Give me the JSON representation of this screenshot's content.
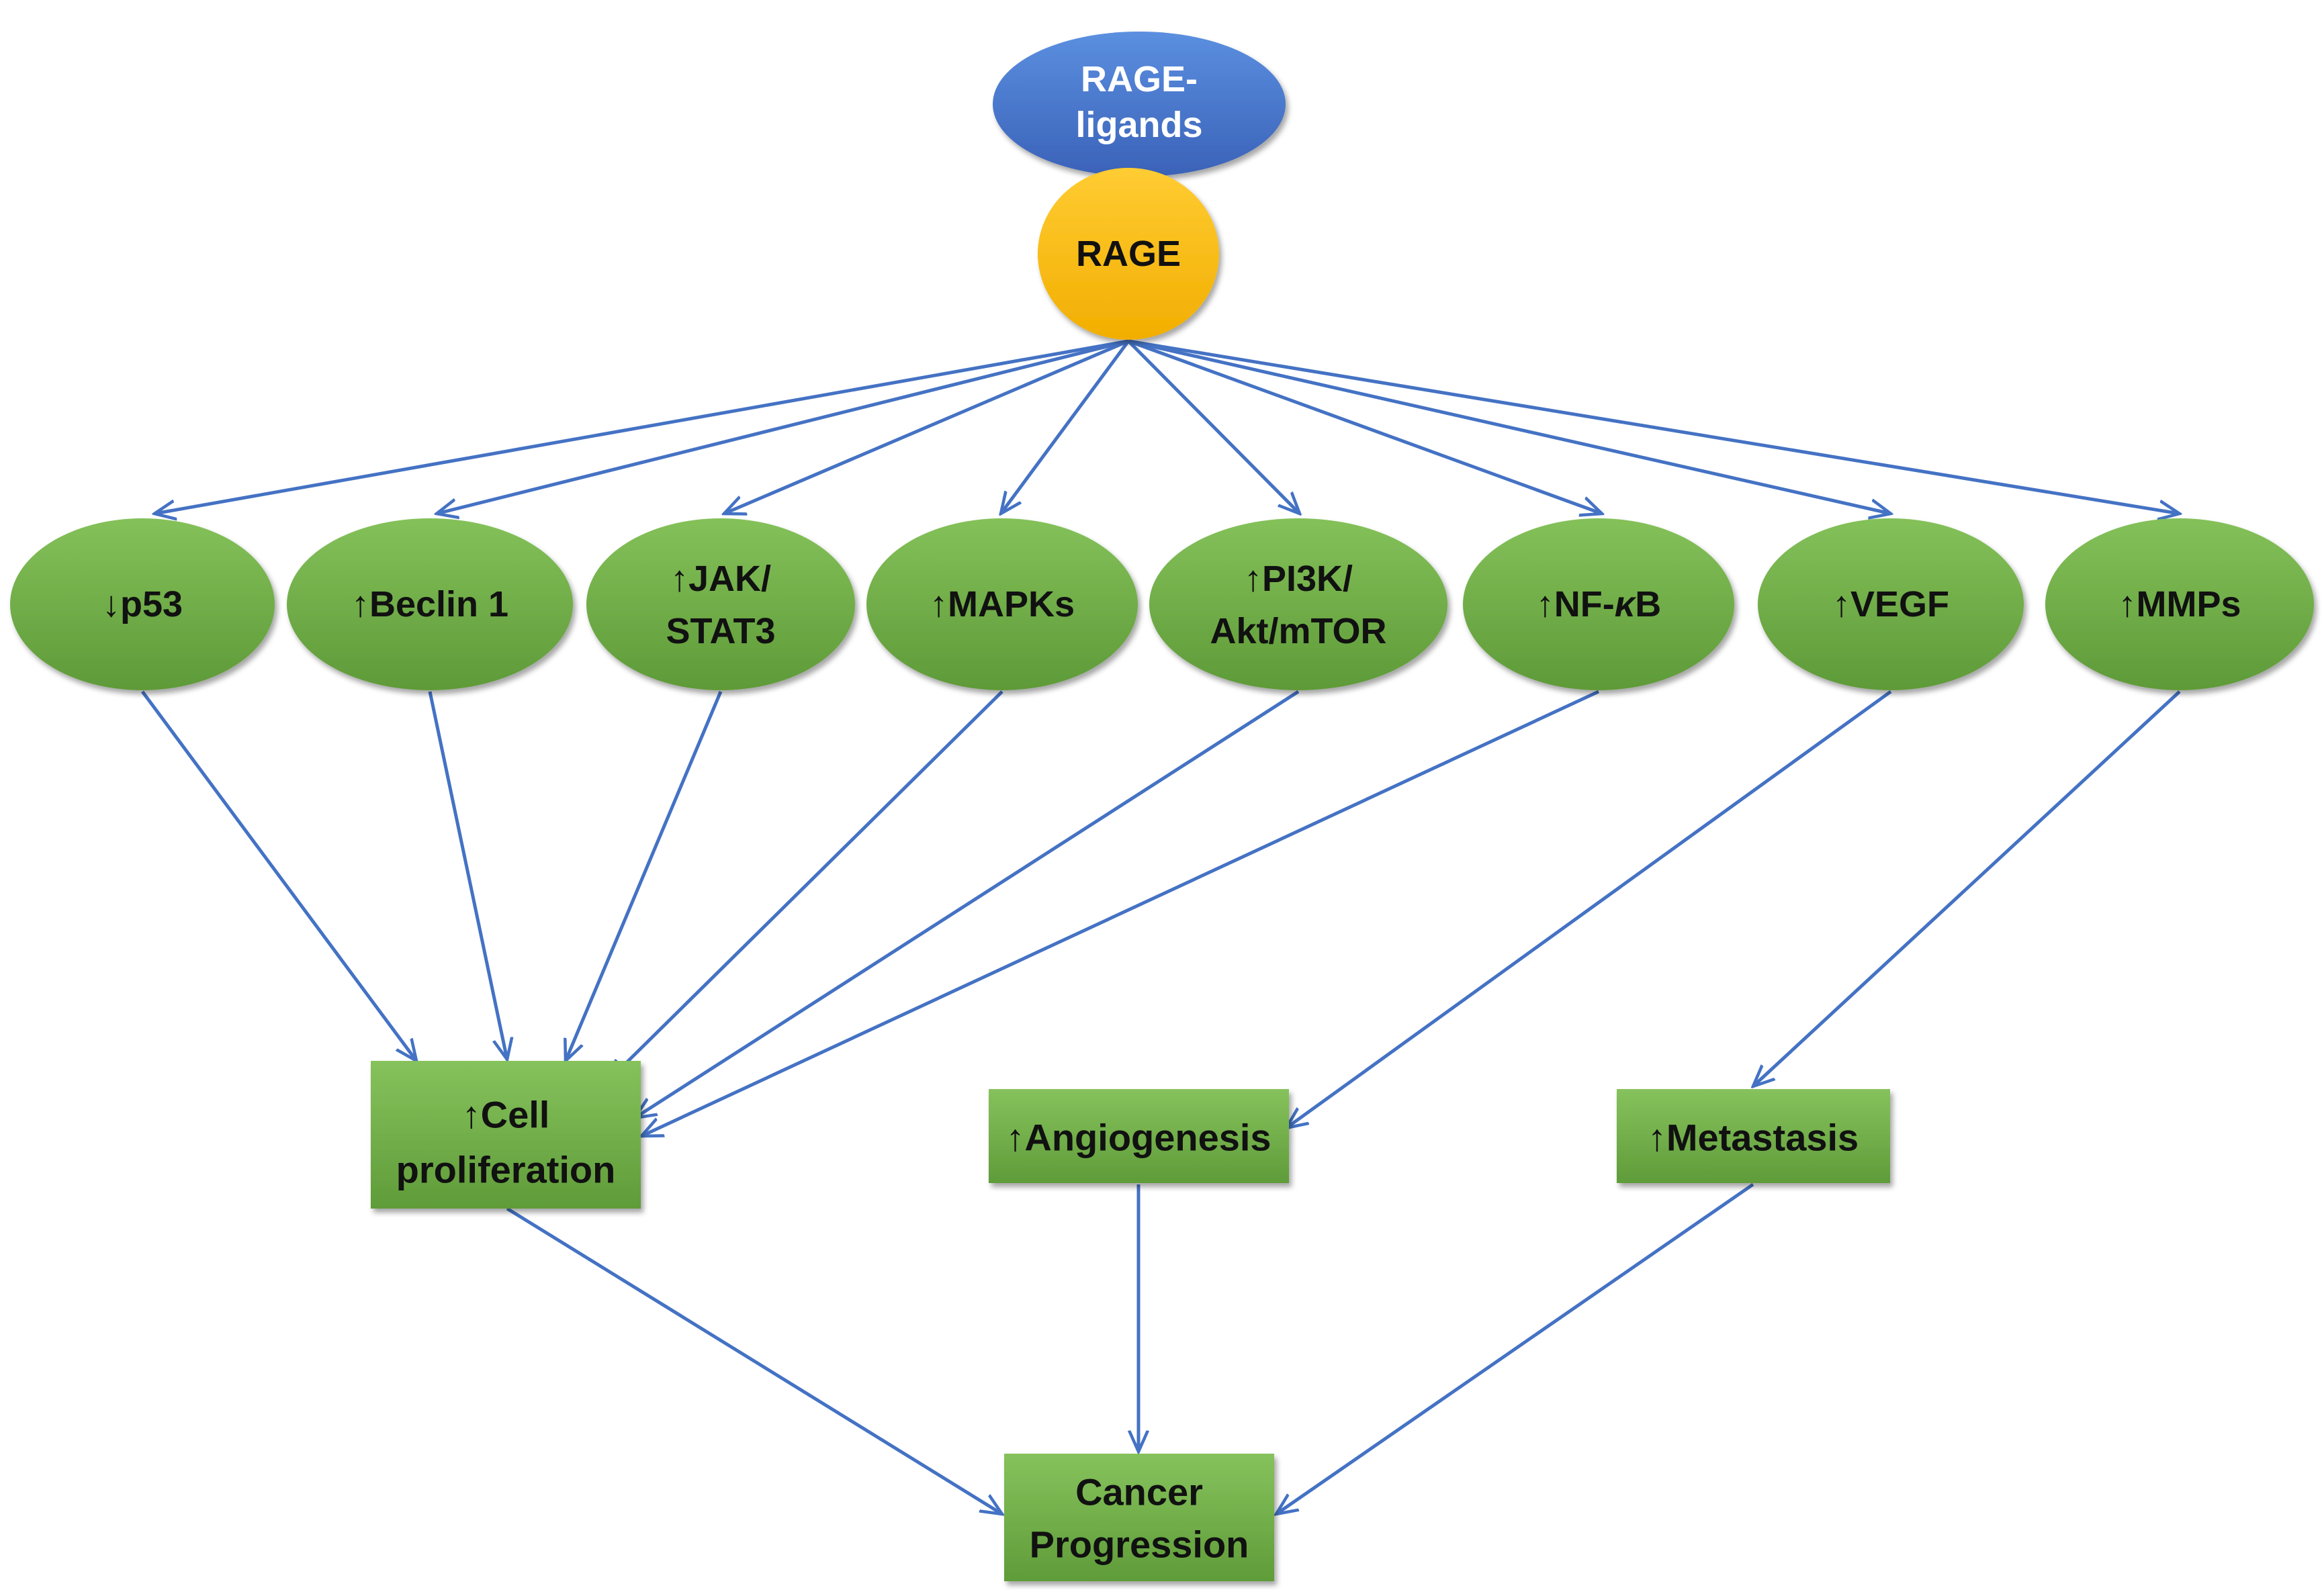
{
  "colors": {
    "edge": "#4472C4",
    "ligand_fill": "#4472C4",
    "receptor_fill": "#FFC000",
    "pathway_fill": "#70AD47",
    "outcome_fill": "#70AD47",
    "ligand_text": "#FFFFFF",
    "dark_text": "#111111"
  },
  "nodes": {
    "rage_ligands": {
      "line1": "RAGE-",
      "line2": "ligands"
    },
    "rage": {
      "label": "RAGE"
    },
    "p53": {
      "label": "↓p53"
    },
    "beclin1": {
      "label": "↑Beclin 1"
    },
    "jak_stat3": {
      "line1": "↑JAK/",
      "line2": "STAT3"
    },
    "mapks": {
      "label": "↑MAPKs"
    },
    "pi3k": {
      "line1": "↑PI3K/",
      "line2": "Akt/mTOR"
    },
    "nfkb": {
      "label_prefix": "↑NF-",
      "label_kappa": "κ",
      "label_suffix": "B"
    },
    "vegf": {
      "label": "↑VEGF"
    },
    "mmps": {
      "label": "↑MMPs"
    },
    "cell_proliferation": {
      "line1": "↑Cell",
      "line2": "proliferation"
    },
    "angiogenesis": {
      "label": "↑Angiogenesis"
    },
    "metastasis": {
      "label": "↑Metastasis"
    },
    "cancer_progression": {
      "line1": "Cancer",
      "line2": "Progression"
    }
  },
  "edges": [
    [
      "rage",
      "p53"
    ],
    [
      "rage",
      "beclin1"
    ],
    [
      "rage",
      "jak_stat3"
    ],
    [
      "rage",
      "mapks"
    ],
    [
      "rage",
      "pi3k"
    ],
    [
      "rage",
      "nfkb"
    ],
    [
      "rage",
      "vegf"
    ],
    [
      "rage",
      "mmps"
    ],
    [
      "p53",
      "cell_proliferation"
    ],
    [
      "beclin1",
      "cell_proliferation"
    ],
    [
      "jak_stat3",
      "cell_proliferation"
    ],
    [
      "mapks",
      "cell_proliferation"
    ],
    [
      "pi3k",
      "cell_proliferation"
    ],
    [
      "nfkb",
      "cell_proliferation"
    ],
    [
      "vegf",
      "angiogenesis"
    ],
    [
      "mmps",
      "metastasis"
    ],
    [
      "cell_proliferation",
      "cancer_progression"
    ],
    [
      "angiogenesis",
      "cancer_progression"
    ],
    [
      "metastasis",
      "cancer_progression"
    ]
  ]
}
